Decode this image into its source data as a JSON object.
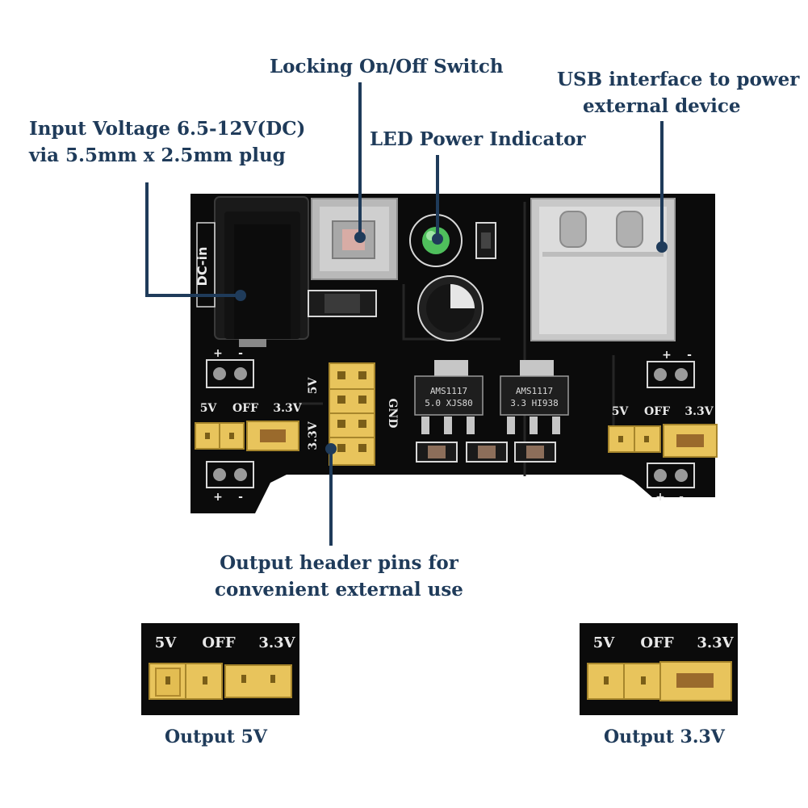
{
  "callouts": {
    "switch": "Locking On/Off Switch",
    "usb_line1": "USB interface to power",
    "usb_line2": "external device",
    "input_line1": "Input Voltage 6.5-12V(DC)",
    "input_line2": "via 5.5mm x 2.5mm plug",
    "led": "LED Power Indicator",
    "header_line1": "Output header pins for",
    "header_line2": "convenient external use"
  },
  "board": {
    "dc_in": "DC-in",
    "plus": "+",
    "minus": "-",
    "label_5v": "5V",
    "label_off": "OFF",
    "label_3v3": "3.3V",
    "gnd": "GND",
    "reg1_line1": "AMS1117",
    "reg1_line2": "5.0 XJS80",
    "reg2_line1": "AMS1117",
    "reg2_line2": "3.3 HI938"
  },
  "insets": {
    "label_5v": "5V",
    "label_off": "OFF",
    "label_3v3": "3.3V",
    "caption_5v": "Output 5V",
    "caption_3v3": "Output 3.3V"
  },
  "colors": {
    "callout_text": "#1f3b5a",
    "pcb": "#0b0b0b",
    "header": "#e8c45c"
  }
}
